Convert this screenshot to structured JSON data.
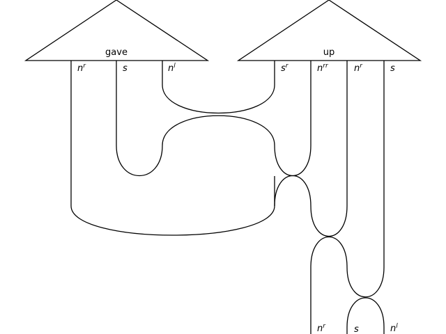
{
  "boxes": {
    "gave": {
      "label": "gave"
    },
    "up": {
      "label": "up"
    }
  },
  "wire_types": {
    "gave_nr": {
      "base": "n",
      "sup": "r"
    },
    "gave_s": {
      "base": "s",
      "sup": ""
    },
    "gave_nl": {
      "base": "n",
      "sup": "l"
    },
    "up_sr": {
      "base": "s",
      "sup": "r"
    },
    "up_nrr": {
      "base": "n",
      "sup": "rr"
    },
    "up_nr": {
      "base": "n",
      "sup": "r"
    },
    "up_s": {
      "base": "s",
      "sup": ""
    },
    "out_nr": {
      "base": "n",
      "sup": "r"
    },
    "out_s": {
      "base": "s",
      "sup": ""
    },
    "out_nl": {
      "base": "n",
      "sup": "l"
    }
  }
}
